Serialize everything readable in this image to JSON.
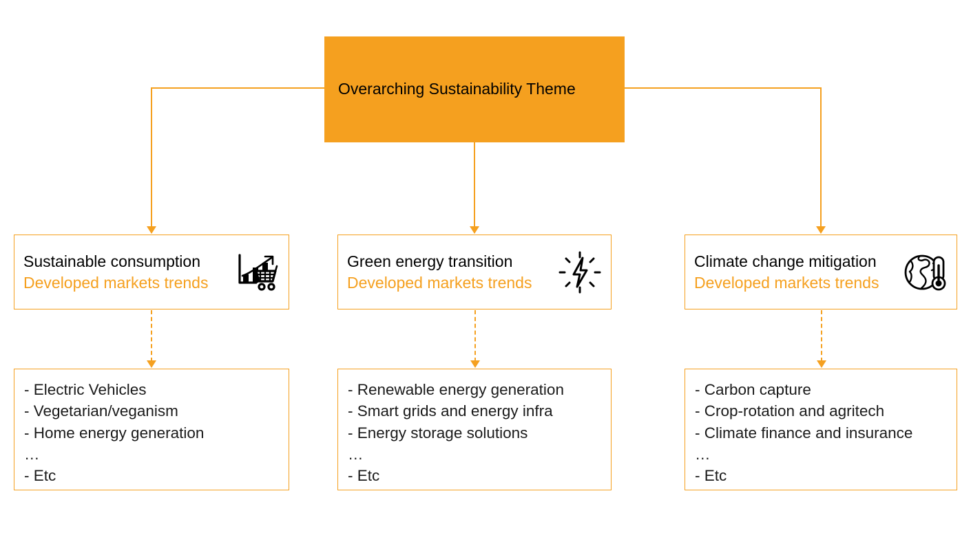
{
  "diagram": {
    "root": {
      "label": "Overarching Sustainability Theme",
      "fill_color": "#F5A01F",
      "text_color": "#000000"
    },
    "accent_color": "#F5A01F",
    "branches": [
      {
        "title": "Sustainable consumption",
        "subtitle": "Developed markets trends",
        "icon": "shopping-cart-growth-chart-icon",
        "items": [
          "- Electric Vehicles",
          "- Vegetarian/veganism",
          "- Home energy generation",
          "…",
          "- Etc"
        ]
      },
      {
        "title": "Green energy transition",
        "subtitle": "Developed markets trends",
        "icon": "lightning-bolt-icon",
        "items": [
          "- Renewable energy generation",
          "- Smart grids and energy infra",
          "- Energy storage solutions",
          "…",
          "- Etc"
        ]
      },
      {
        "title": "Climate change mitigation",
        "subtitle": "Developed markets trends",
        "icon": "globe-thermometer-icon",
        "items": [
          "- Carbon capture",
          "- Crop-rotation and agritech",
          "- Climate finance and insurance",
          "…",
          "- Etc"
        ]
      }
    ]
  }
}
